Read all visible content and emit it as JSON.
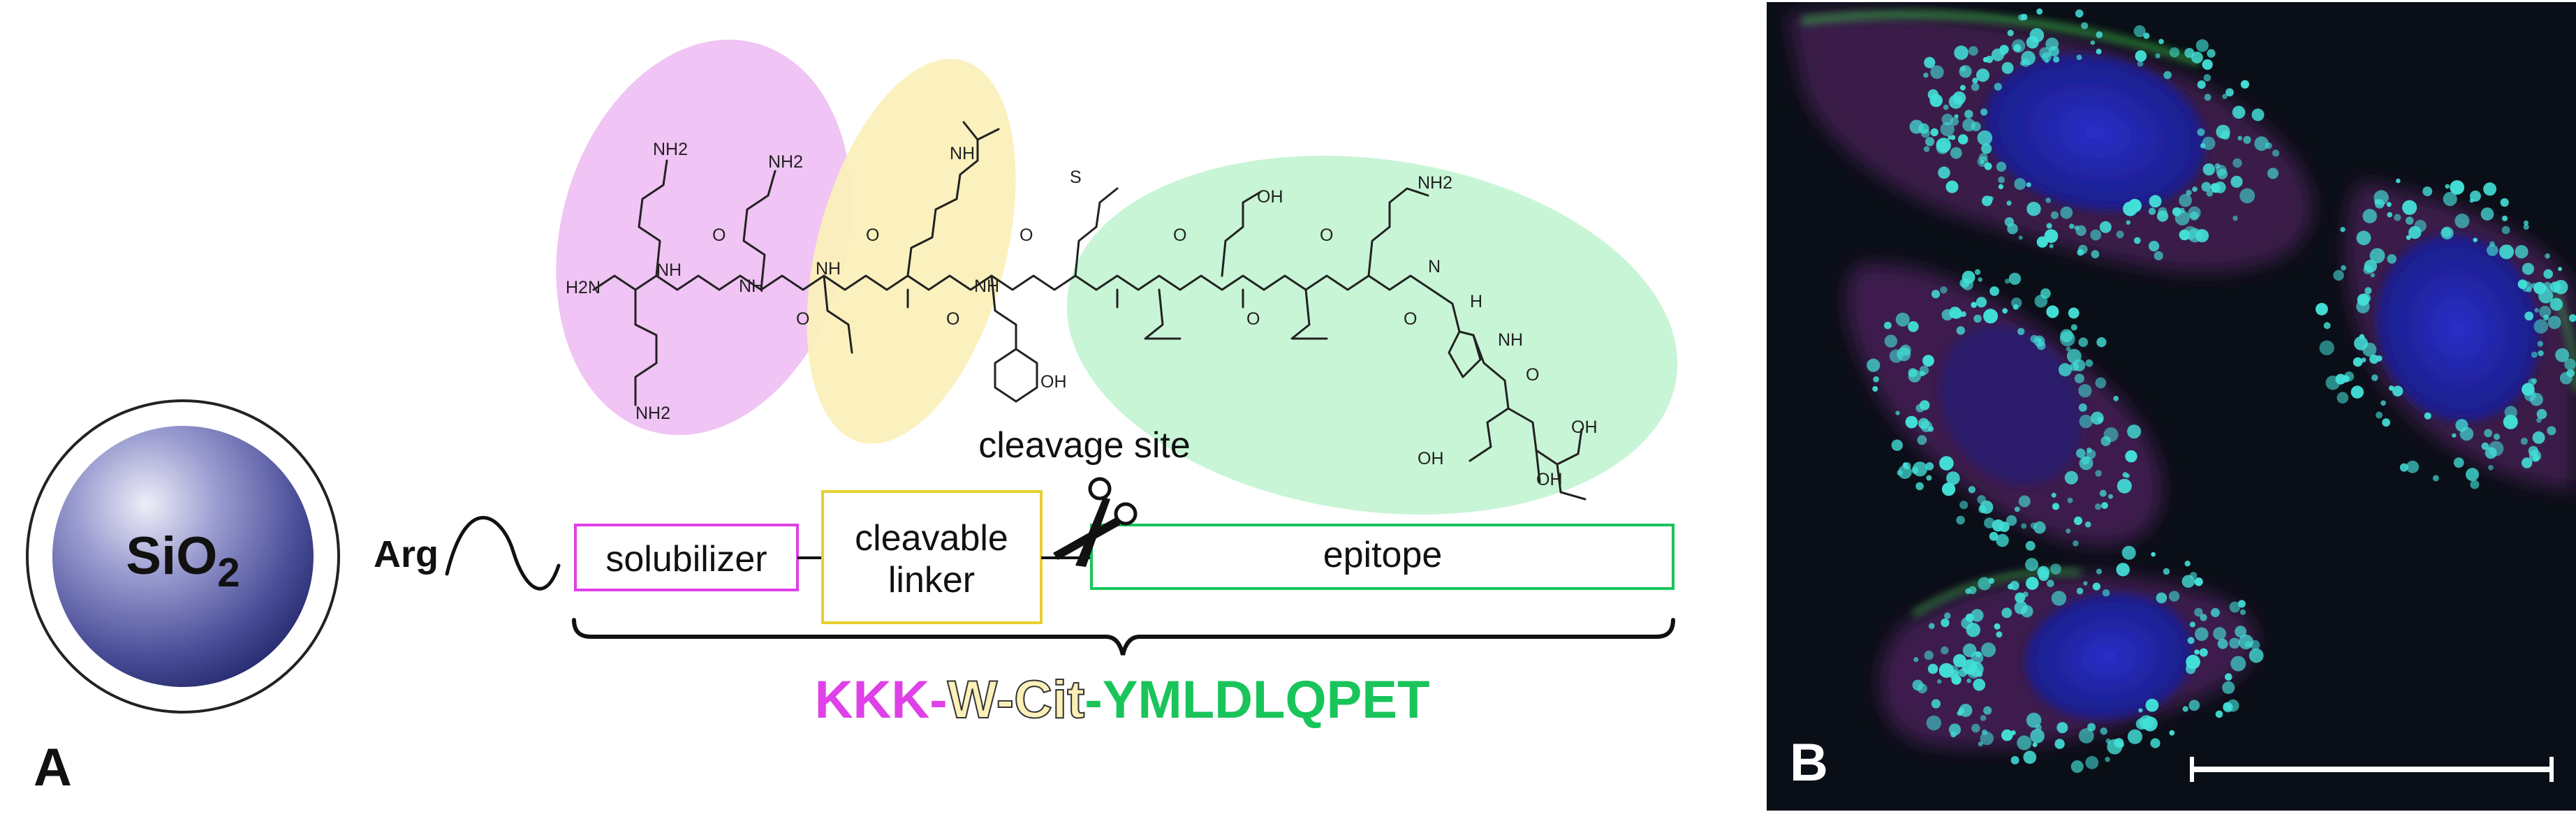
{
  "panel_a": {
    "panel_label": "A",
    "particle_label": "SiO",
    "particle_subscript": "2",
    "arg_label": "Arg",
    "cleavage_site_label": "cleavage site",
    "boxes": {
      "solubilizer": "solubilizer",
      "linker_line1": "cleavable",
      "linker_line2": "linker",
      "epitope": "epitope"
    },
    "sequence": {
      "part1": "KKK-",
      "part2": "W-Cit",
      "part3": "-YMLDLQPET"
    },
    "chem_labels": [
      "NH2",
      "NH2",
      "NH2",
      "H2N",
      "NH",
      "NH",
      "NH",
      "NH",
      "NH",
      "O",
      "O",
      "O",
      "O",
      "O",
      "O",
      "O",
      "O",
      "O",
      "O",
      "OH",
      "OH",
      "OH",
      "OH",
      "OH",
      "S",
      "N",
      "H",
      "NH2",
      "NH"
    ],
    "colors": {
      "solubilizer": "#e040e8",
      "linker": "#e8cf30",
      "epitope": "#19c45a",
      "solubilizer_region": "#f0c4f4",
      "linker_region": "#fbf0b8",
      "epitope_region": "#c8f5d6",
      "particle_light": "#e8e8f6",
      "particle_dark": "#262a70"
    }
  },
  "panel_b": {
    "panel_label": "B",
    "colors": {
      "background": "#0a0e16",
      "nucleus": "#1b1fa8",
      "cytoplasm": "#4a1f56",
      "vesicles": "#43e0d8",
      "membrane": "#3ddc4a"
    }
  }
}
